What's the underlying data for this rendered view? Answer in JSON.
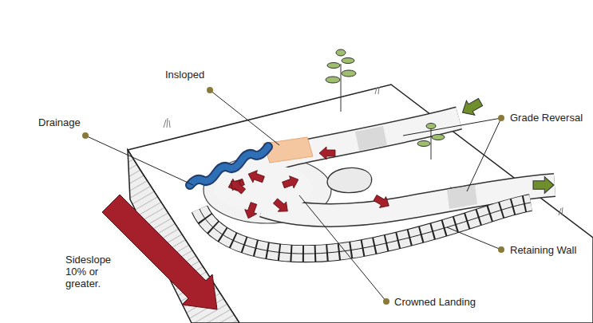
{
  "diagram": {
    "labels": [
      "Insloped",
      "Drainage",
      "Grade Reversal",
      "Retaining Wall",
      "Sideslope 10% or greater.",
      "Crowned Landing"
    ]
  }
}
